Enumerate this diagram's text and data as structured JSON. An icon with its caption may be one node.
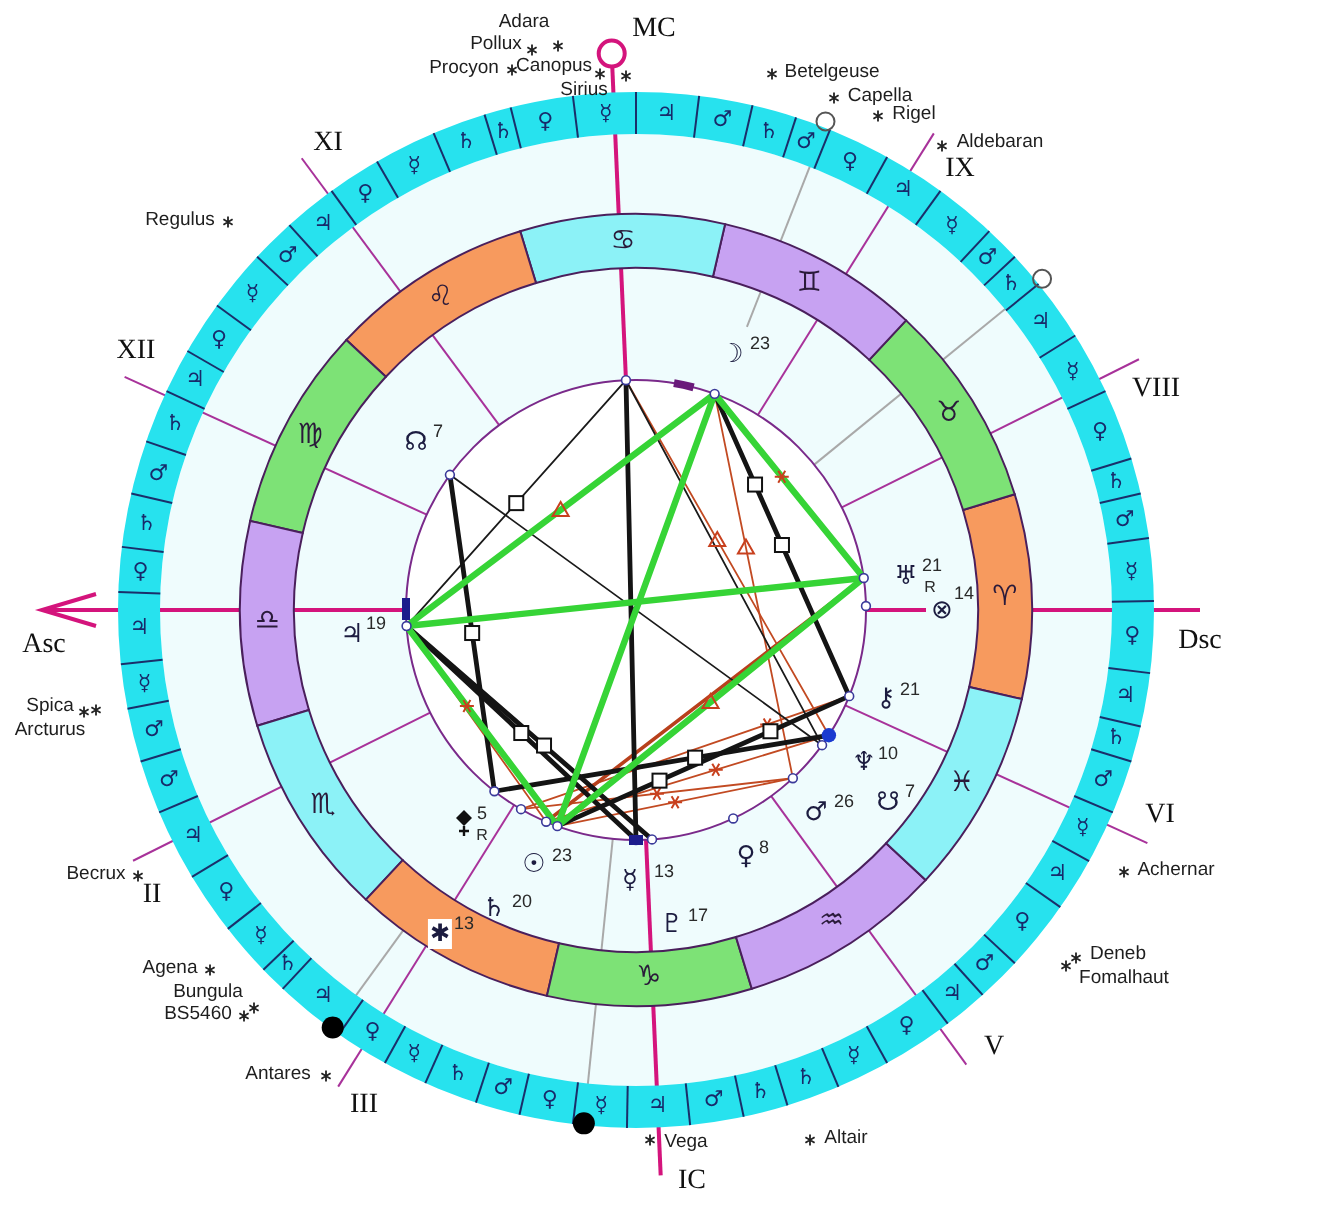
{
  "diagram": {
    "nodes": [
      {
        "text": [
          "♈"
        ]
      },
      {
        "text": [
          "♉"
        ]
      },
      {
        "text": [
          "♊"
        ]
      },
      {
        "text": [
          "♋"
        ]
      },
      {
        "text": [
          "♌"
        ]
      },
      {
        "text": [
          "♍"
        ]
      },
      {
        "text": [
          "♎"
        ]
      },
      {
        "text": [
          "♏"
        ]
      },
      {
        "text": [],
        "shape": "band"
      },
      {
        "text": [
          "♑"
        ]
      },
      {
        "text": [
          "♒"
        ]
      },
      {
        "text": [
          "♓"
        ]
      }
    ],
    "labels": [
      "Adara",
      "Pollux",
      "Procyon",
      "Canopus",
      "Sirius",
      "MC",
      "Betelgeuse",
      "Capella",
      "Rigel",
      "XI",
      "Aldebaran",
      "IX",
      "Regulus",
      "☽",
      "23",
      "XII",
      "VIII",
      "☊",
      "7",
      "♅",
      "21",
      "R",
      "⊗",
      "14",
      "♃",
      "19",
      "Asc",
      "Dsc",
      "Spica",
      "Arcturus",
      "⚷",
      "21",
      "♆",
      "10",
      "☋",
      "7",
      "♂",
      "26",
      "VI",
      "5",
      "R",
      "♀",
      "8",
      "☉",
      "23",
      "☿",
      "13",
      "Achernar",
      "Becrux",
      "II",
      "♄",
      "20",
      "♇",
      "17",
      "✱",
      "13",
      "Deneb",
      "Fomalhaut",
      "Agena",
      "Bungula",
      "BS5460",
      "V",
      "Antares",
      "III",
      "Altair",
      "Vega",
      "IC",
      "♃",
      "♀",
      "☿",
      "♂",
      "♄",
      "♀",
      "☿",
      "♃",
      "♄",
      "♂",
      "☿",
      "♃",
      "♀",
      "♂",
      "♄",
      "♂",
      "♃",
      "☿",
      "♀",
      "♄",
      "♄",
      "☿",
      "♀",
      "♃",
      "♂",
      "☿",
      "♀",
      "♃",
      "♄",
      "♂",
      "♄",
      "♀",
      "♃",
      "☿",
      "♂",
      "♂",
      "♃",
      "♀",
      "☿",
      "♄",
      "♃",
      "♀",
      "☿",
      "♄",
      "♂",
      "♀",
      "☿",
      "♃",
      "♂",
      "♄",
      "♄",
      "☿",
      "♀",
      "♃",
      "♂",
      "♀",
      "♃",
      "☿",
      "♂",
      "♄"
    ]
  }
}
